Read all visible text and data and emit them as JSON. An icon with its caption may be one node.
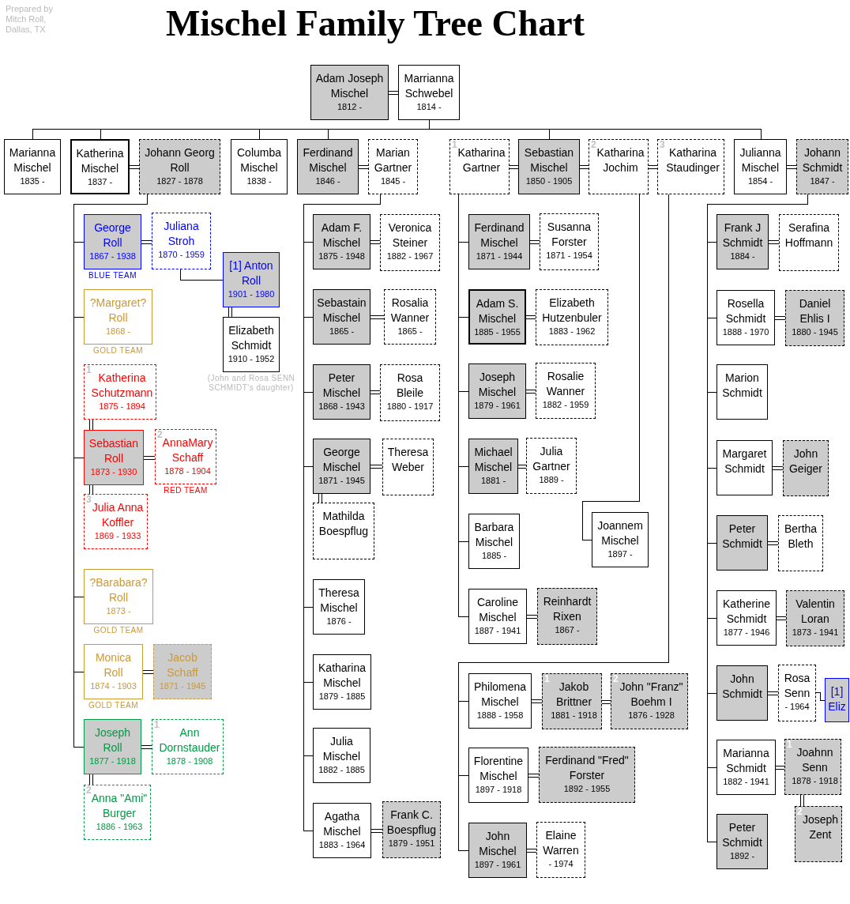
{
  "diagram": {
    "title": "Mischel Family Tree Chart",
    "nodes": [
      {
        "text": [
          "Adam Joseph Mischel",
          "1812 -"
        ]
      },
      {
        "text": [
          "Marrianna Schwebel",
          "1814 -"
        ]
      },
      {
        "text": [
          "Marianna Mischel",
          "1835 -"
        ]
      },
      {
        "text": [
          "Katherina Mischel",
          "1837 -"
        ]
      },
      {
        "text": [
          "Johann Georg Roll",
          "1827 - 1878"
        ]
      },
      {
        "text": [
          "Columba Mischel",
          "1838 -"
        ]
      },
      {
        "text": [
          "Ferdinand Mischel",
          "1846 -"
        ]
      },
      {
        "text": [
          "Marian Gartner",
          "1845 -"
        ]
      },
      {
        "text": [
          "1",
          "Katharina Gartner"
        ]
      },
      {
        "text": [
          "Sebastian Mischel",
          "1850 - 1905"
        ]
      },
      {
        "text": [
          "2",
          "Katharina Jochim"
        ]
      },
      {
        "text": [
          "3",
          "Katharina Staudinger"
        ]
      },
      {
        "text": [
          "Julianna Mischel",
          "1854 -"
        ]
      },
      {
        "text": [
          "Johann Schmidt",
          "1847 -"
        ]
      },
      {
        "text": [
          "George Roll",
          "1867 - 1938"
        ],
        "beside": [
          "BLUE TEAM"
        ]
      },
      {
        "text": [
          "Juliana Stroh",
          "1870 - 1959"
        ]
      },
      {
        "text": [
          "[1] Anton Roll",
          "1901 - 1980"
        ]
      },
      {
        "text": [
          "Elizabeth Schmidt",
          "1910 - 1952"
        ],
        "beside": [
          "(John and Rosa SENN SCHMIDT's daughter)"
        ]
      },
      {
        "text": [
          "?Margaret? Roll",
          "1868 -"
        ],
        "beside": [
          "GOLD TEAM"
        ]
      },
      {
        "text": [
          "1",
          "Katherina Schutzmann",
          "1875 - 1894"
        ]
      },
      {
        "text": [
          "Sebastian Roll",
          "1873 - 1930"
        ]
      },
      {
        "text": [
          "2",
          "AnnaMary Schaff",
          "1878 - 1904"
        ],
        "beside": [
          "RED TEAM"
        ]
      },
      {
        "text": [
          "3",
          "Julia Anna Koffler",
          "1869 - 1933"
        ]
      },
      {
        "text": [
          "?Barabara? Roll",
          "1873 -"
        ],
        "beside": [
          "GOLD TEAM"
        ]
      },
      {
        "text": [
          "Monica Roll",
          "1874 - 1903"
        ],
        "beside": [
          "GOLD TEAM"
        ]
      },
      {
        "text": [
          "Jacob Schaff",
          "1871 - 1945"
        ]
      },
      {
        "text": [
          "Joseph Roll",
          "1877 - 1918"
        ]
      },
      {
        "text": [
          "1",
          "Ann Dornstauder",
          "1878 - 1908"
        ]
      },
      {
        "text": [
          "2",
          "Anna \"Ami\" Burger",
          "1886 - 1963"
        ]
      },
      {
        "text": [
          "Adam F. Mischel",
          "1875 - 1948"
        ]
      },
      {
        "text": [
          "Veronica Steiner",
          "1882 - 1967"
        ]
      },
      {
        "text": [
          "Sebastain Mischel",
          "1865 -"
        ]
      },
      {
        "text": [
          "Rosalia Wanner",
          "1865 -"
        ]
      },
      {
        "text": [
          "Peter Mischel",
          "1868 - 1943"
        ]
      },
      {
        "text": [
          "Rosa Bleile",
          "1880 - 1917"
        ]
      },
      {
        "text": [
          "George Mischel",
          "1871 - 1945"
        ]
      },
      {
        "text": [
          "Theresa Weber"
        ]
      },
      {
        "text": [
          "Mathilda Boespflug"
        ]
      },
      {
        "text": [
          "Theresa Mischel",
          "1876 -"
        ]
      },
      {
        "text": [
          "Katharina Mischel",
          "1879 - 1885"
        ]
      },
      {
        "text": [
          "Julia Mischel",
          "1882 - 1885"
        ]
      },
      {
        "text": [
          "Agatha Mischel",
          "1883 - 1964"
        ]
      },
      {
        "text": [
          "Frank C. Boespflug",
          "1879 - 1951"
        ]
      },
      {
        "text": [
          "Ferdinand Mischel",
          "1871 - 1944"
        ]
      },
      {
        "text": [
          "Susanna Forster",
          "1871 - 1954"
        ]
      },
      {
        "text": [
          "Adam S. Mischel",
          "1885 - 1955"
        ]
      },
      {
        "text": [
          "Elizabeth Hutzenbuler",
          "1883 - 1962"
        ]
      },
      {
        "text": [
          "Joseph Mischel",
          "1879 - 1961"
        ]
      },
      {
        "text": [
          "Rosalie Wanner",
          "1882 - 1959"
        ]
      },
      {
        "text": [
          "Michael Mischel",
          "1881 -"
        ]
      },
      {
        "text": [
          "Julia Gartner",
          "1889 -"
        ]
      },
      {
        "text": [
          "Barbara Mischel",
          "1885 -"
        ]
      },
      {
        "text": [
          "Caroline Mischel",
          "1887 - 1941"
        ]
      },
      {
        "text": [
          "Reinhardt Rixen",
          "1867 -"
        ]
      },
      {
        "text": [
          "Joannem Mischel",
          "1897 -"
        ]
      },
      {
        "text": [
          "Philomena Mischel",
          "1888 - 1958"
        ]
      },
      {
        "text": [
          "1",
          "Jakob Brittner",
          "1881 - 1918"
        ]
      },
      {
        "text": [
          "2",
          "John \"Franz\" Boehm I",
          "1876 - 1928"
        ]
      },
      {
        "text": [
          "Florentine Mischel",
          "1897 - 1918"
        ]
      },
      {
        "text": [
          "Ferdinand \"Fred\" Forster",
          "1892 - 1955"
        ]
      },
      {
        "text": [
          "John Mischel",
          "1897 - 1961"
        ]
      },
      {
        "text": [
          "Elaine Warren",
          "- 1974"
        ]
      },
      {
        "text": [
          "Frank J Schmidt",
          "1884 -"
        ]
      },
      {
        "text": [
          "Serafina Hoffmann"
        ]
      },
      {
        "text": [
          "Rosella Schmidt",
          "1888 - 1970"
        ]
      },
      {
        "text": [
          "Daniel Ehlis I",
          "1880 - 1945"
        ]
      },
      {
        "text": [
          "Marion Schmidt"
        ]
      },
      {
        "text": [
          "Margaret Schmidt"
        ]
      },
      {
        "text": [
          "John Geiger"
        ]
      },
      {
        "text": [
          "Peter Schmidt"
        ]
      },
      {
        "text": [
          "Bertha Bleth"
        ]
      },
      {
        "text": [
          "Katherine Schmidt",
          "1877 - 1946"
        ]
      },
      {
        "text": [
          "Valentin Loran",
          "1873 - 1941"
        ]
      },
      {
        "text": [
          "John Schmidt"
        ]
      },
      {
        "text": [
          "Rosa Senn",
          "- 1964"
        ]
      },
      {
        "text": [
          "[1] Eliz"
        ]
      },
      {
        "text": [
          "Marianna Schmidt",
          "1882 - 1941"
        ]
      },
      {
        "text": [
          "1",
          "Joahnn Senn",
          "1878 - 1918"
        ]
      },
      {
        "text": [
          "2",
          "Joseph Zent"
        ]
      },
      {
        "text": [
          "Peter Schmidt",
          "1892 -"
        ]
      }
    ],
    "edges": [
      {
        "from": 0,
        "to": 1,
        "arrow": "none"
      },
      {
        "from": 3,
        "to": 4,
        "arrow": "none"
      },
      {
        "from": 6,
        "to": 7,
        "arrow": "none"
      },
      {
        "from": 8,
        "to": 9,
        "arrow": "none"
      },
      {
        "from": 9,
        "to": 10,
        "arrow": "none"
      },
      {
        "from": 10,
        "to": 11,
        "arrow": "none"
      },
      {
        "from": 12,
        "to": 13,
        "arrow": "none"
      },
      {
        "from": 14,
        "to": 15,
        "arrow": "none"
      },
      {
        "from": 16,
        "to": 17,
        "arrow": "none"
      },
      {
        "from": 20,
        "to": 19,
        "arrow": "none"
      },
      {
        "from": 20,
        "to": 21,
        "arrow": "none"
      },
      {
        "from": 20,
        "to": 22,
        "arrow": "none"
      },
      {
        "from": 24,
        "to": 25,
        "arrow": "none"
      },
      {
        "from": 26,
        "to": 27,
        "arrow": "none"
      },
      {
        "from": 26,
        "to": 28,
        "arrow": "none"
      },
      {
        "from": 29,
        "to": 30,
        "arrow": "none"
      },
      {
        "from": 31,
        "to": 32,
        "arrow": "none"
      },
      {
        "from": 33,
        "to": 34,
        "arrow": "none"
      },
      {
        "from": 35,
        "to": 36,
        "arrow": "none"
      },
      {
        "from": 35,
        "to": 37,
        "arrow": "none"
      },
      {
        "from": 41,
        "to": 42,
        "arrow": "none"
      },
      {
        "from": 43,
        "to": 44,
        "arrow": "none"
      },
      {
        "from": 45,
        "to": 46,
        "arrow": "none"
      },
      {
        "from": 47,
        "to": 48,
        "arrow": "none"
      },
      {
        "from": 49,
        "to": 50,
        "arrow": "none"
      },
      {
        "from": 52,
        "to": 53,
        "arrow": "none"
      },
      {
        "from": 55,
        "to": 56,
        "arrow": "none"
      },
      {
        "from": 56,
        "to": 57,
        "arrow": "none"
      },
      {
        "from": 58,
        "to": 59,
        "arrow": "none"
      },
      {
        "from": 60,
        "to": 61,
        "arrow": "none"
      },
      {
        "from": 62,
        "to": 63,
        "arrow": "none"
      },
      {
        "from": 64,
        "to": 65,
        "arrow": "none"
      },
      {
        "from": 67,
        "to": 68,
        "arrow": "none"
      },
      {
        "from": 69,
        "to": 70,
        "arrow": "none"
      },
      {
        "from": 71,
        "to": 72,
        "arrow": "none"
      },
      {
        "from": 73,
        "to": 74,
        "arrow": "none"
      },
      {
        "from": 76,
        "to": 77,
        "arrow": "none"
      },
      {
        "from": 77,
        "to": 78,
        "arrow": "none"
      },
      {
        "from": 1,
        "to": 2,
        "arrow": "none"
      },
      {
        "from": 1,
        "to": 3,
        "arrow": "none"
      },
      {
        "from": 1,
        "to": 5,
        "arrow": "none"
      },
      {
        "from": 1,
        "to": 6,
        "arrow": "none"
      },
      {
        "from": 1,
        "to": 9,
        "arrow": "none"
      },
      {
        "from": 1,
        "to": 12,
        "arrow": "none"
      },
      {
        "from": 4,
        "to": 14,
        "arrow": "none"
      },
      {
        "from": 4,
        "to": 18,
        "arrow": "none"
      },
      {
        "from": 4,
        "to": 20,
        "arrow": "none"
      },
      {
        "from": 4,
        "to": 23,
        "arrow": "none"
      },
      {
        "from": 4,
        "to": 24,
        "arrow": "none"
      },
      {
        "from": 4,
        "to": 26,
        "arrow": "none"
      },
      {
        "from": 15,
        "to": 16,
        "arrow": "none"
      },
      {
        "from": 7,
        "to": 29,
        "arrow": "none"
      },
      {
        "from": 7,
        "to": 31,
        "arrow": "none"
      },
      {
        "from": 7,
        "to": 33,
        "arrow": "none"
      },
      {
        "from": 7,
        "to": 35,
        "arrow": "none"
      },
      {
        "from": 7,
        "to": 38,
        "arrow": "none"
      },
      {
        "from": 7,
        "to": 39,
        "arrow": "none"
      },
      {
        "from": 7,
        "to": 40,
        "arrow": "none"
      },
      {
        "from": 7,
        "to": 41,
        "arrow": "none"
      },
      {
        "from": 8,
        "to": 43,
        "arrow": "none"
      },
      {
        "from": 8,
        "to": 45,
        "arrow": "none"
      },
      {
        "from": 8,
        "to": 47,
        "arrow": "none"
      },
      {
        "from": 8,
        "to": 49,
        "arrow": "none"
      },
      {
        "from": 8,
        "to": 51,
        "arrow": "none"
      },
      {
        "from": 8,
        "to": 52,
        "arrow": "none"
      },
      {
        "from": 10,
        "to": 54,
        "arrow": "none"
      },
      {
        "from": 11,
        "to": 55,
        "arrow": "none"
      },
      {
        "from": 11,
        "to": 58,
        "arrow": "none"
      },
      {
        "from": 11,
        "to": 60,
        "arrow": "none"
      },
      {
        "from": 13,
        "to": 62,
        "arrow": "none"
      },
      {
        "from": 13,
        "to": 64,
        "arrow": "none"
      },
      {
        "from": 13,
        "to": 66,
        "arrow": "none"
      },
      {
        "from": 13,
        "to": 67,
        "arrow": "none"
      },
      {
        "from": 13,
        "to": 69,
        "arrow": "none"
      },
      {
        "from": 13,
        "to": 71,
        "arrow": "none"
      },
      {
        "from": 13,
        "to": 73,
        "arrow": "none"
      },
      {
        "from": 13,
        "to": 76,
        "arrow": "none"
      },
      {
        "from": 13,
        "to": 79,
        "arrow": "none"
      },
      {
        "from": 74,
        "to": 75,
        "arrow": "none"
      }
    ],
    "labels": [
      "Prepared by Mitch Roll, Dallas, TX"
    ]
  }
}
